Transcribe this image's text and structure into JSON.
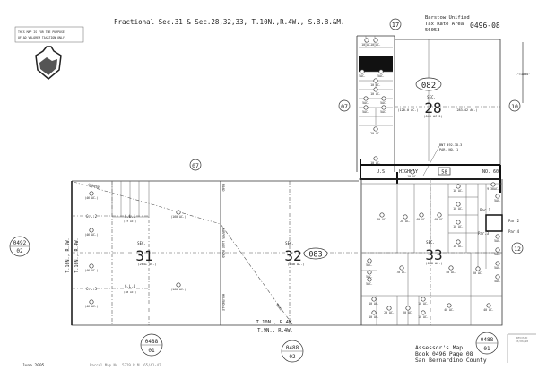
{
  "header": {
    "title": "Fractional Sec.31 & Sec.28,32,33, T.10N.,R.4W., S.B.B.&M.",
    "top_neighbor": "17",
    "tax_area_line1": "Barstow Unified",
    "tax_area_line2": "Tax Rate Area",
    "tax_area_line3": "56053",
    "book_page": "0496-08",
    "disclaimer_line1": "THIS MAP IS FOR THE PURPOSE",
    "disclaimer_line2": "OF AD VALOREM TAXATION ONLY.",
    "logo": "San Bernardino County seal"
  },
  "scale_note": "1\"=1000'",
  "neighbors": {
    "west_upper": "07",
    "west_mid": "07",
    "east_upper": "10",
    "east_lower": "12",
    "west_map_top": "0492",
    "west_map_bottom": "02",
    "south_left_top": "0488",
    "south_left_bottom": "01",
    "south_mid_top": "0488",
    "south_mid_bottom": "02",
    "south_right_top": "0488",
    "south_right_bottom": "01"
  },
  "sections": {
    "s28": {
      "sec": "SEC.",
      "num": "28",
      "area": "(640 AC.S)",
      "page": "082",
      "west": "(120.0 AC.)",
      "east": "(283.42 AC.)"
    },
    "s31": {
      "sec": "SEC.",
      "num": "31",
      "area": "(264+ AC.)"
    },
    "s32": {
      "sec": "SEC.",
      "num": "32",
      "area": "(640 AC.)",
      "page": "083"
    },
    "s33": {
      "sec": "SEC.",
      "num": "33",
      "area": "(640 AC.)"
    }
  },
  "township": {
    "north": "T.10N., R.4W.",
    "south": "T.9N., R.4W.",
    "west_a": "T.10N., R.5W.",
    "west_b": "T.10N., R.4W."
  },
  "roads": {
    "highway_us": "U.S.",
    "highway": "HIGHWAY",
    "highway_route": "58",
    "highway_no": "NO. 60",
    "road_note_line1": "BNT 492-3D-3",
    "road_note_line2": "PAR. NO. 1",
    "corwin": "CORWIN",
    "road_top": "ROAD",
    "harper": "HARPER LAKE ROAD",
    "helendale": "HELENDALE",
    "diag_road": "ROAD"
  },
  "lots": {
    "gl1_top": "G.L.1",
    "gl1_top_ac": "(37 AC.)",
    "gl2": "G.L.2",
    "gl3": "G.L.3",
    "gl4": "G.L.4",
    "gl4_ac": "(80 AC.)"
  },
  "parcels": [
    "(46 AC.)",
    "(46 AC.)",
    "(46 AC.)",
    "(46 AC.)",
    "(160 AC.)",
    "(160 AC.)",
    "10 AC.",
    "10 AC.",
    "5AC.",
    "5AC.",
    "10 AC.",
    "10 AC.",
    "5AC.",
    "5AC.",
    "5AC.",
    "5AC.",
    "20 AC.",
    "10 AC.",
    "10 AC.",
    "40 AC.",
    "20 AC.",
    "40 AC.",
    "40 AC.",
    "10 AC.",
    "10 AC.",
    "10 AC.",
    "10 AC.",
    "9.38AC.",
    "5AC.",
    "5AC.",
    "5AC.",
    "5AC.",
    "5AC.",
    "5AC.",
    "70 AC.",
    "40 AC.",
    "20 AC.",
    "5AC.",
    "5AC.",
    "10 AC.",
    "10 AC.",
    "20 AC.",
    "20 AC.",
    "10 AC.",
    "10 AC.",
    "40 AC.",
    "40 AC."
  ],
  "parcel_subdivisions": [
    "Par.1",
    "Par.2",
    "Par.3",
    "Par.4"
  ],
  "footer": {
    "date": "June 2005",
    "parcel_map": "Parcel Map No. 5329  P.M. 65/41-42",
    "assessor_line1": "Assessor's Map",
    "assessor_line2": "Book 0496 Page 08",
    "assessor_line3": "San Bernardino County",
    "revised_label": "REVISED",
    "revised_date": "03/06/20"
  }
}
